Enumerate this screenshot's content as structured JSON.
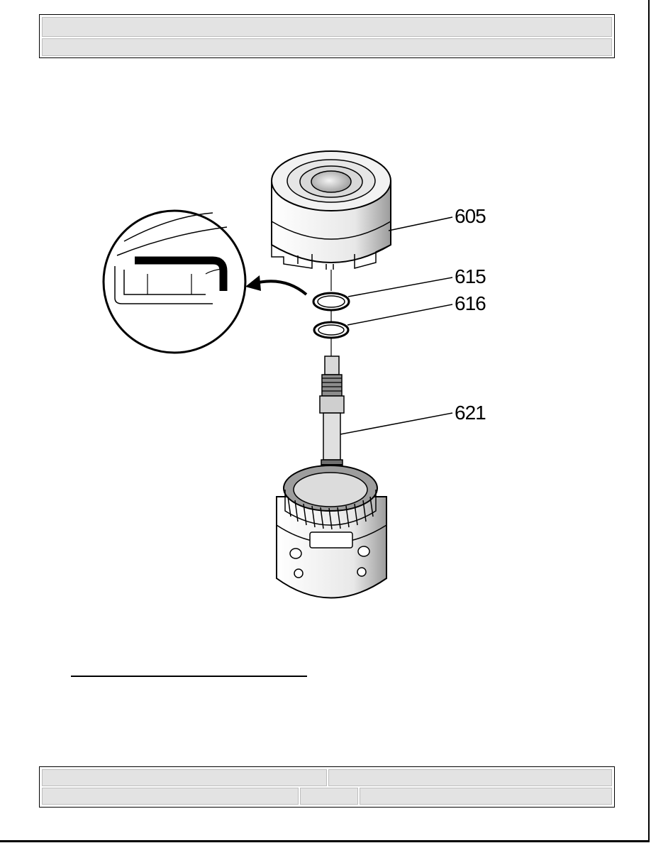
{
  "header": {
    "title": "",
    "subtitle": ""
  },
  "figure": {
    "callouts": [
      {
        "id": "605",
        "label": "605"
      },
      {
        "id": "615",
        "label": "615"
      },
      {
        "id": "616",
        "label": "616"
      },
      {
        "id": "621",
        "label": "621"
      }
    ]
  },
  "caption": {
    "text": ""
  },
  "footer": {
    "top_left": "",
    "top_right": "",
    "bottom_left": "",
    "bottom_middle": "",
    "bottom_right": ""
  }
}
